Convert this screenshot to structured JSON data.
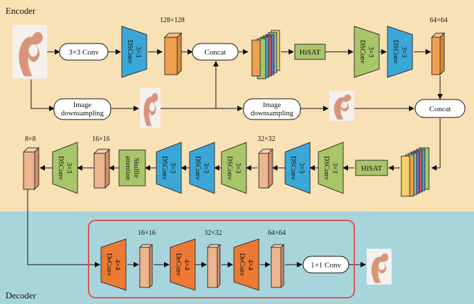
{
  "sections": {
    "encoder": "Encoder",
    "decoder": "Decoder"
  },
  "nodes": {
    "conv3x3": "3×3  Conv",
    "concat_top": "Concat",
    "concat_right": "Concat",
    "hisat_top": "HiSAT",
    "hisat_bottom": "HiSAT",
    "downsample1": [
      "Image",
      "downsampling"
    ],
    "downsample2": [
      "Image",
      "downsampling"
    ],
    "shuffle_attention": [
      "Shuffle",
      "attention"
    ],
    "conv1x1": "1×1  Conv",
    "dsconv": [
      "3×3",
      "DSConv"
    ],
    "deconv": [
      "4×4",
      "DeConv"
    ]
  },
  "sizes": {
    "s128": "128×128",
    "s64_top": "64×64",
    "s32_mid": "32×32",
    "s16_mid": "16×16",
    "s8": "8×8",
    "d16": "16×16",
    "d32": "32×32",
    "d64": "64×64"
  },
  "colors": {
    "encoder_bg": "#F8E1B5",
    "decoder_bg": "#A8D5DC",
    "dsconv_blue": "#3BA7D8",
    "dsconv_green": "#A9C56A",
    "deconv_orange": "#EC7A34",
    "feature_orange": "#F0A050",
    "feature_peach": "#EEB48E",
    "hisat_green": "#A9C56A",
    "frame_red": "#D9534F"
  }
}
